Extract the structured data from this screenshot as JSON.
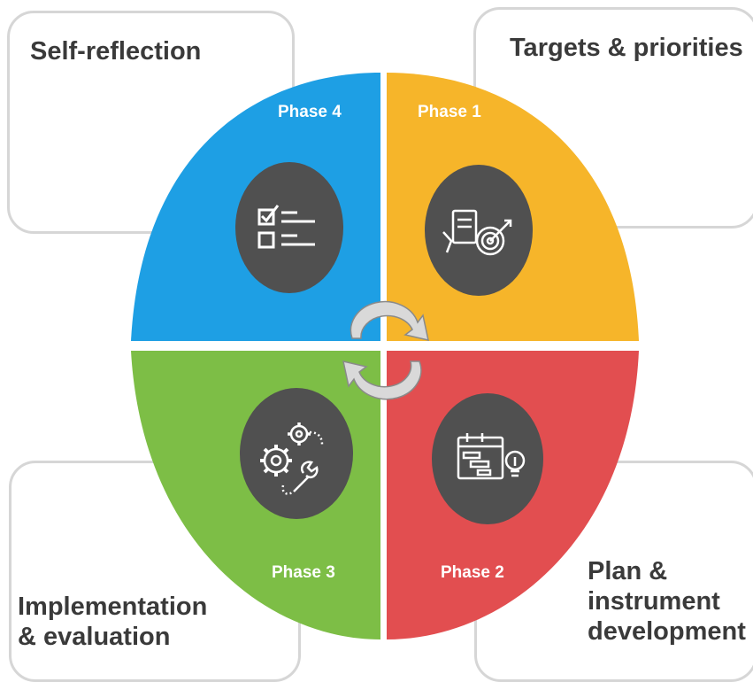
{
  "boxes": {
    "top_left": "Self-reflection",
    "top_right": "Targets & priorities",
    "bottom_left": [
      "Implementation",
      "& evaluation"
    ],
    "bottom_right": [
      "Plan &",
      "instrument",
      "development"
    ]
  },
  "phases": {
    "phase1": "Phase 1",
    "phase2": "Phase 2",
    "phase3": "Phase 3",
    "phase4": "Phase 4"
  },
  "colors": {
    "phase1": "#F6B52A",
    "phase2": "#E24E50",
    "phase3": "#7DBE46",
    "phase4": "#1E9FE4",
    "icon_circle": "#505050",
    "label_text": "#3a3a3a"
  },
  "icons": {
    "phase1": "target-plan-icon",
    "phase2": "calendar-gantt-idea-icon",
    "phase3": "gears-wrench-icon",
    "phase4": "checklist-icon",
    "center": "cycle-arrows-icon"
  }
}
